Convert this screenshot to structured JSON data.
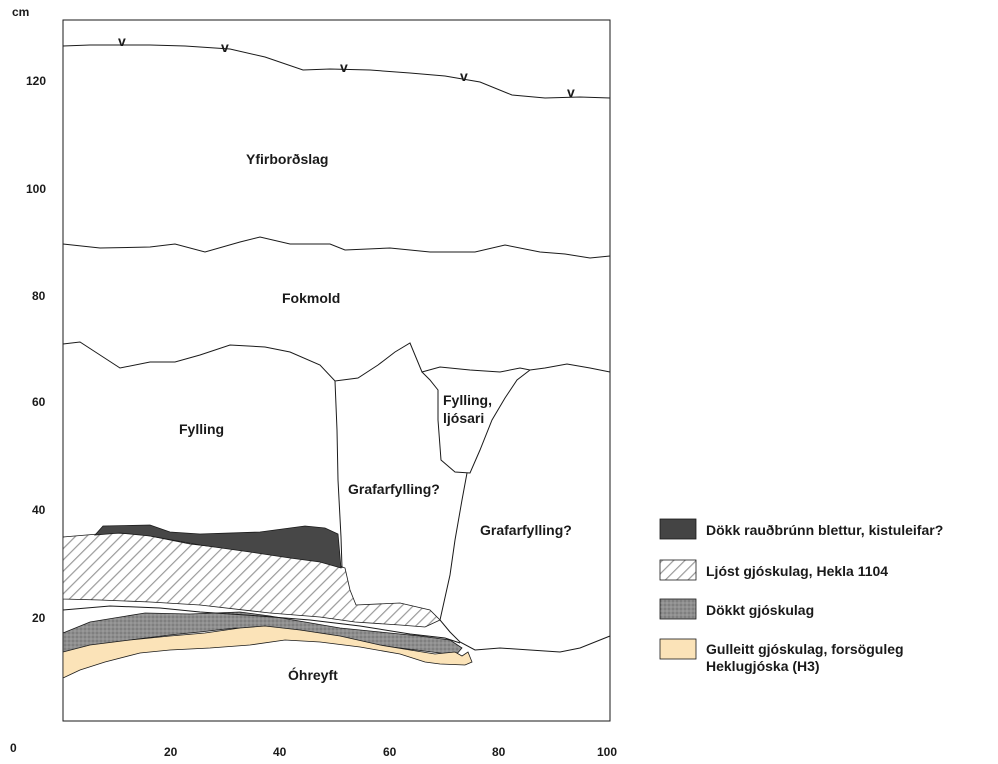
{
  "axis": {
    "y_unit": "cm",
    "y_ticks": [
      "20",
      "40",
      "60",
      "80",
      "100",
      "120"
    ],
    "x_ticks": [
      "0",
      "20",
      "40",
      "60",
      "80",
      "100"
    ]
  },
  "surface_marks": [
    "v",
    "v",
    "v",
    "v",
    "v"
  ],
  "layers": {
    "yfirbordslag": "Yfirborðslag",
    "fokmold": "Fokmold",
    "fylling": "Fylling",
    "fylling_ljosari_line1": "Fylling,",
    "fylling_ljosari_line2": "ljósari",
    "grafarfylling_1": "Grafarfylling?",
    "grafarfylling_2": "Grafarfylling?",
    "ohreyft": "Óhreyft"
  },
  "legend": [
    {
      "label": "Dökk rauðbrúnn blettur, kistuleifar?",
      "color": "#444444",
      "pattern": "solid"
    },
    {
      "label": "Ljóst gjóskulag, Hekla 1104",
      "color": "#bfbfbf",
      "pattern": "hatch"
    },
    {
      "label": "Dökkt gjóskulag",
      "color": "#8c8c8c",
      "pattern": "stipple"
    },
    {
      "label": "Gulleitt gjóskulag, forsöguleg",
      "label_line2": "Heklugjóska (H3)",
      "color": "#fbe3b8",
      "pattern": "solid"
    }
  ]
}
